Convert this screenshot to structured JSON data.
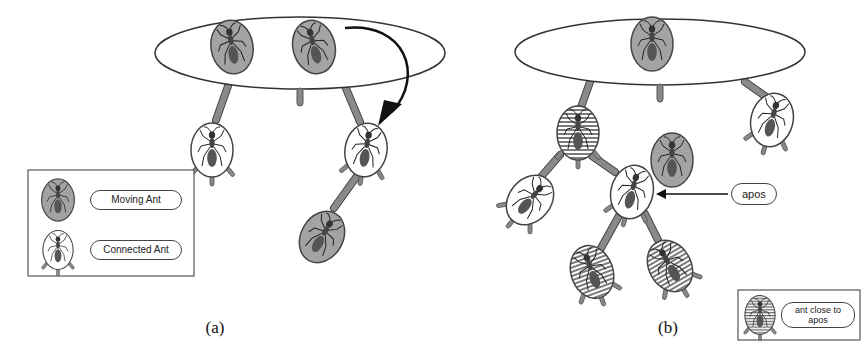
{
  "diagram": {
    "nodes": [
      {
        "text": [
          "apos"
        ]
      }
    ],
    "labels": [
      "(a)",
      "(b)"
    ],
    "legend": [
      {
        "text": "Moving Ant"
      },
      {
        "text": "Connected Ant"
      },
      {
        "text": "ant close to apos"
      }
    ]
  }
}
